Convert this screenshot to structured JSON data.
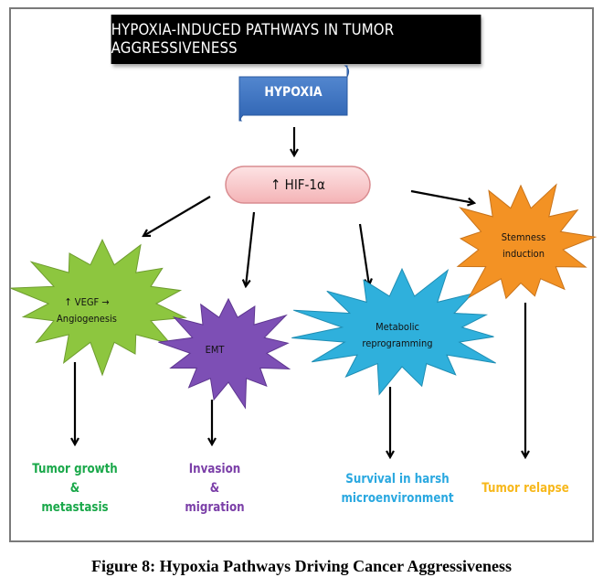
{
  "diagram": {
    "title": "HYPOXIA-INDUCED PATHWAYS IN TUMOR AGGRESSIVENESS",
    "root": {
      "label": "HYPOXIA",
      "color": "#3d74c4"
    },
    "hub": {
      "label": "↑ HIF-1α",
      "color": "#f7c6c8"
    },
    "pathways": [
      {
        "line1": "↑ VEGF →",
        "line2": "Angiogenesis",
        "color": "#8dc63f"
      },
      {
        "line1": "EMT",
        "line2": "",
        "color": "#7d4fb5"
      },
      {
        "line1": "Metabolic",
        "line2": "reprogramming",
        "color": "#2fb0dc"
      },
      {
        "line1": "Stemness",
        "line2": "induction",
        "color": "#f39224"
      }
    ],
    "outcomes": [
      {
        "lines": [
          "Tumor growth",
          "&",
          "metastasis"
        ],
        "color": "#1aa84a"
      },
      {
        "lines": [
          "Invasion",
          "&",
          "migration"
        ],
        "color": "#7b3fa8"
      },
      {
        "lines": [
          "Survival in harsh",
          "microenvironment"
        ],
        "color": "#2aa8e0"
      },
      {
        "lines": [
          "Tumor relapse"
        ],
        "color": "#f7b81c"
      }
    ]
  },
  "caption": "Figure 8: Hypoxia Pathways Driving Cancer Aggressiveness"
}
